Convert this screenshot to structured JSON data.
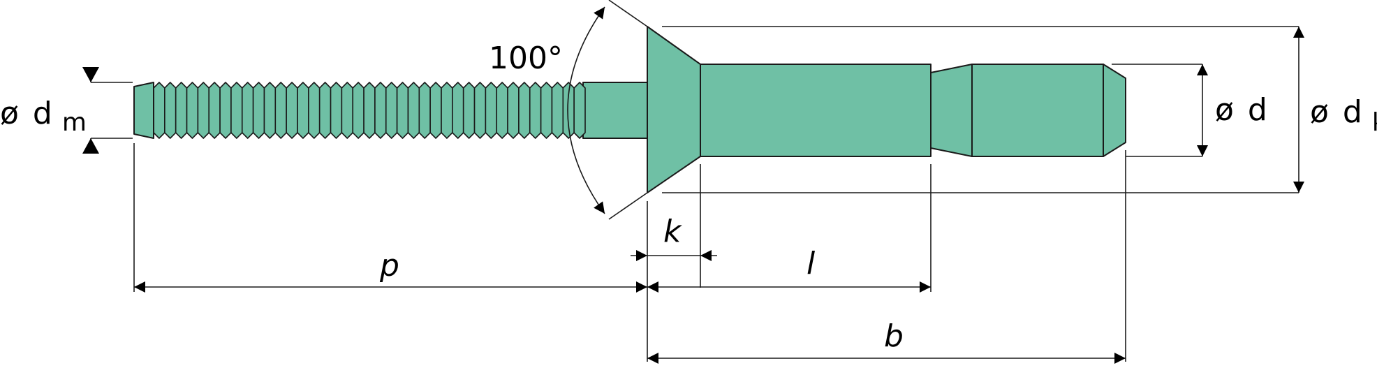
{
  "diagram": {
    "colors": {
      "body_fill": "#6FC0A5",
      "line": "#1a1a1a",
      "background": "#ffffff"
    },
    "labels": {
      "angle": "100°",
      "mandrel_diameter_symbol": "ø",
      "mandrel_diameter_var": "d",
      "mandrel_diameter_sub": "m",
      "body_diameter_symbol": "ø",
      "body_diameter_var": "d",
      "head_diameter_symbol": "ø",
      "head_diameter_var": "d",
      "head_diameter_sub": "k",
      "p": "p",
      "k": "k",
      "l": "l",
      "b": "b"
    }
  }
}
